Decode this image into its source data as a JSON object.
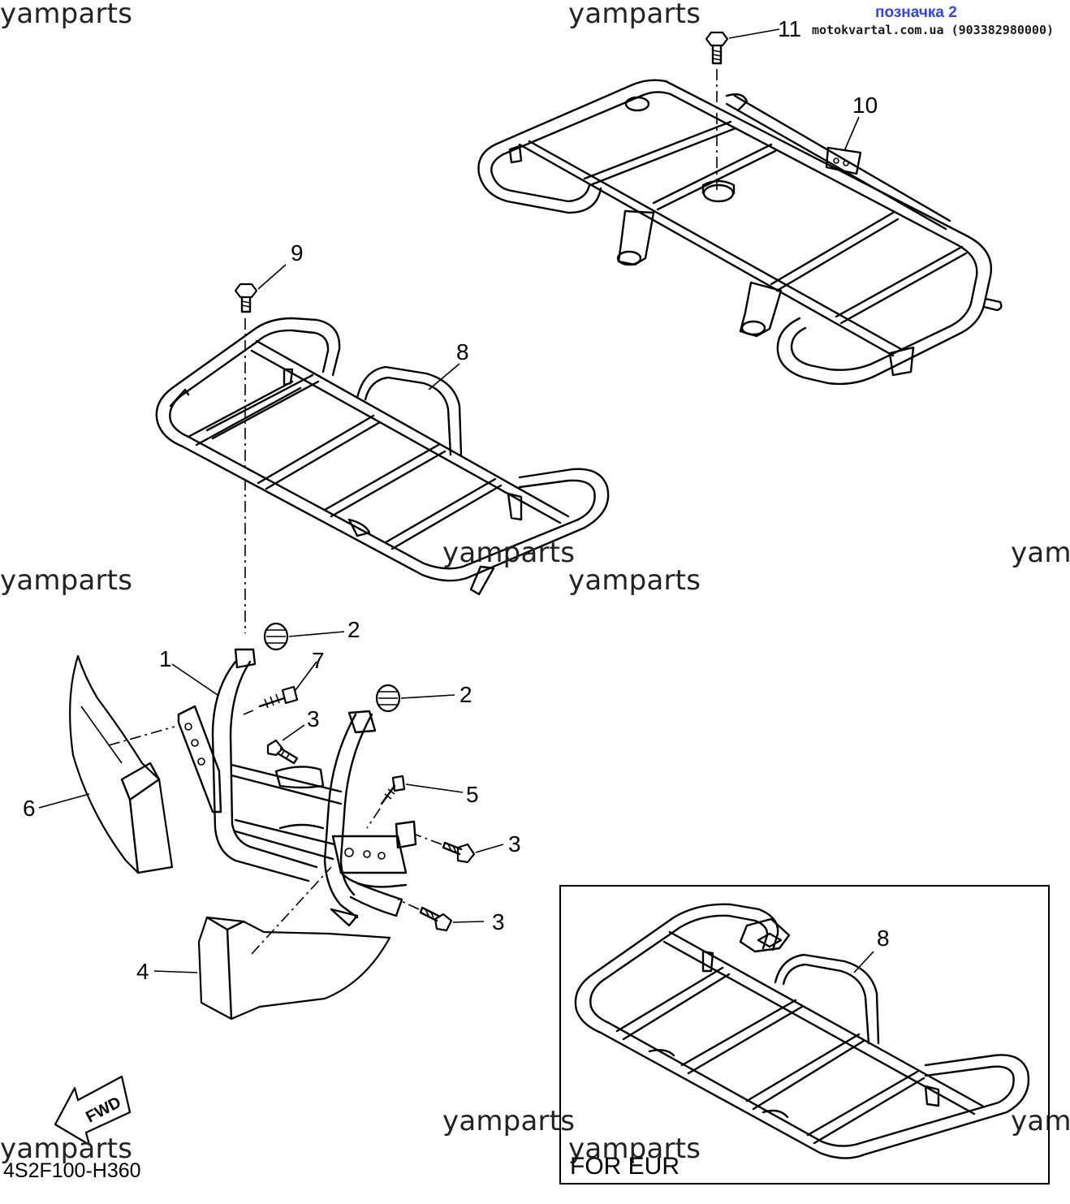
{
  "annotation": {
    "title": "позначка 2",
    "site": "motokvartal.com.ua (903382980000)"
  },
  "watermarks": [
    "yamparts",
    "yamparts",
    "yamparts",
    "yamparts",
    "yamparts",
    "yam",
    "yamparts",
    "yam",
    "yamparts",
    "yamparts"
  ],
  "callouts": {
    "c11": "11",
    "c10": "10",
    "c9": "9",
    "c8": "8",
    "c2a": "2",
    "c1": "1",
    "c7": "7",
    "c2b": "2",
    "c3a": "3",
    "c6": "6",
    "c5": "5",
    "c3b": "3",
    "c3c": "3",
    "c4": "4",
    "c8b": "8"
  },
  "fwd_label": "FWD",
  "diagram_code": "4S2F100-H360",
  "inset_label": "FOR EUR"
}
